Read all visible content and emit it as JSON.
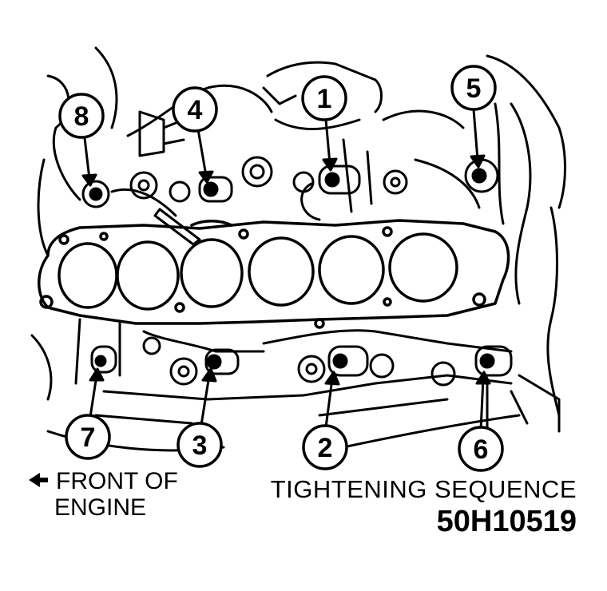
{
  "caption": {
    "front_line1": "FRONT OF",
    "front_line2": "ENGINE",
    "sequence_title": "TIGHTENING SEQUENCE",
    "figure_id": "50H10519"
  },
  "callouts": [
    {
      "label": "1"
    },
    {
      "label": "2"
    },
    {
      "label": "3"
    },
    {
      "label": "4"
    },
    {
      "label": "5"
    },
    {
      "label": "6"
    },
    {
      "label": "7"
    },
    {
      "label": "8"
    }
  ],
  "colors": {
    "ink": "#000000",
    "paper": "#ffffff"
  },
  "icons": {
    "front_arrow": "left-arrow-icon"
  }
}
